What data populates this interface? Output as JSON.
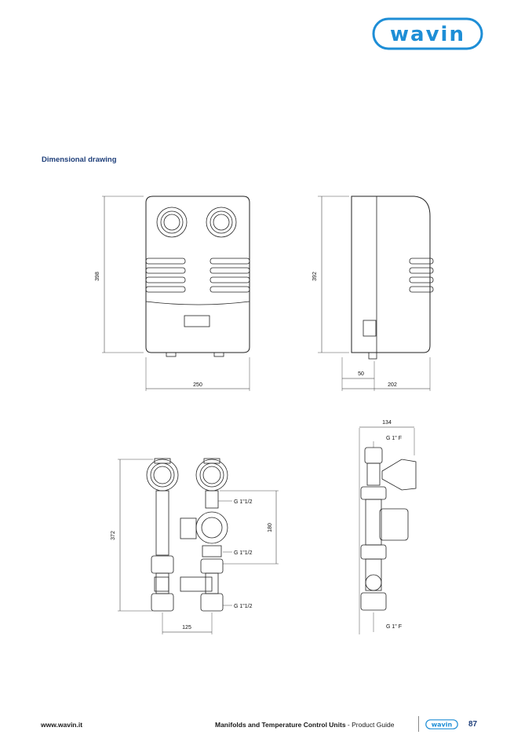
{
  "header": {
    "logo_text": "wavin",
    "brand_color": "#1e8ed6"
  },
  "section": {
    "title": "Dimensional drawing"
  },
  "dimensions": {
    "front_height": "398",
    "front_width": "250",
    "side_height": "392",
    "side_offset": "50",
    "side_depth": "202",
    "bottom_height": "372",
    "bottom_width": "125",
    "bottom_mid_height": "180",
    "right_width": "134"
  },
  "connections": {
    "g_upper": "G 1\"1/2",
    "g_middle": "G 1\"1/2",
    "g_lower": "G 1\"1/2",
    "g_top_f": "G 1\" F",
    "g_bottom_f": "G 1\" F"
  },
  "footer": {
    "url": "www.wavin.it",
    "doc_title_bold": "Manifolds and Temperature Control Units",
    "doc_title_rest": " - Product Guide",
    "logo_text": "wavin",
    "page_number": "87"
  }
}
